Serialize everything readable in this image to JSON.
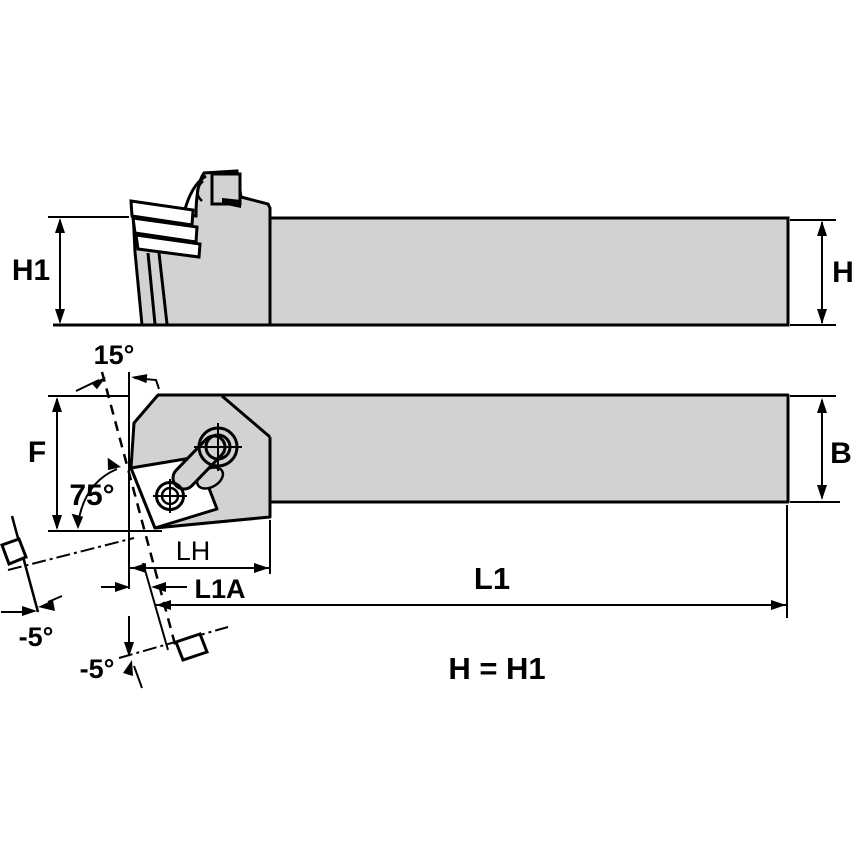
{
  "figure": {
    "type": "technical-drawing",
    "subject": "turning-toolholder-two-views",
    "equation": "H = H1",
    "side_view": {
      "shank_height_label": "H1",
      "shank_height_right_label": "H"
    },
    "front_view": {
      "head_width_label": "F",
      "shank_width_label": "B",
      "overall_length_label": "L1",
      "tip_offset_label": "L1A",
      "head_length_label": "LH",
      "back_angle_label": "15°",
      "lead_angle_label": "75°",
      "rake_angle_side_label": "-5°",
      "rake_angle_bottom_label": "-5°"
    },
    "colors": {
      "body_fill": "#d2d2d2",
      "outline": "#000000",
      "background": "#ffffff"
    }
  }
}
